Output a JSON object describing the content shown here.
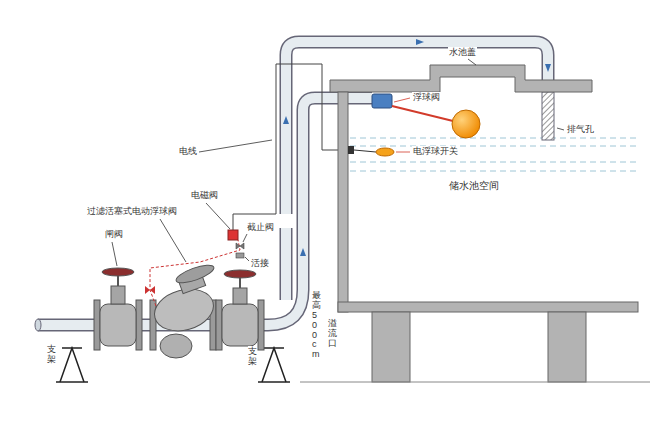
{
  "diagram": {
    "nodes": [
      {
        "text": [
          "储水池空间"
        ]
      }
    ],
    "labels": [
      "水池盖",
      "浮球阀",
      "排气孔",
      "电浮球开关",
      "电线",
      "电磁阀",
      "过滤活塞式电动浮球阀",
      "截止阀",
      "活接",
      "闸阀",
      "支架",
      "支架",
      "最高500cm",
      "溢流口"
    ]
  }
}
